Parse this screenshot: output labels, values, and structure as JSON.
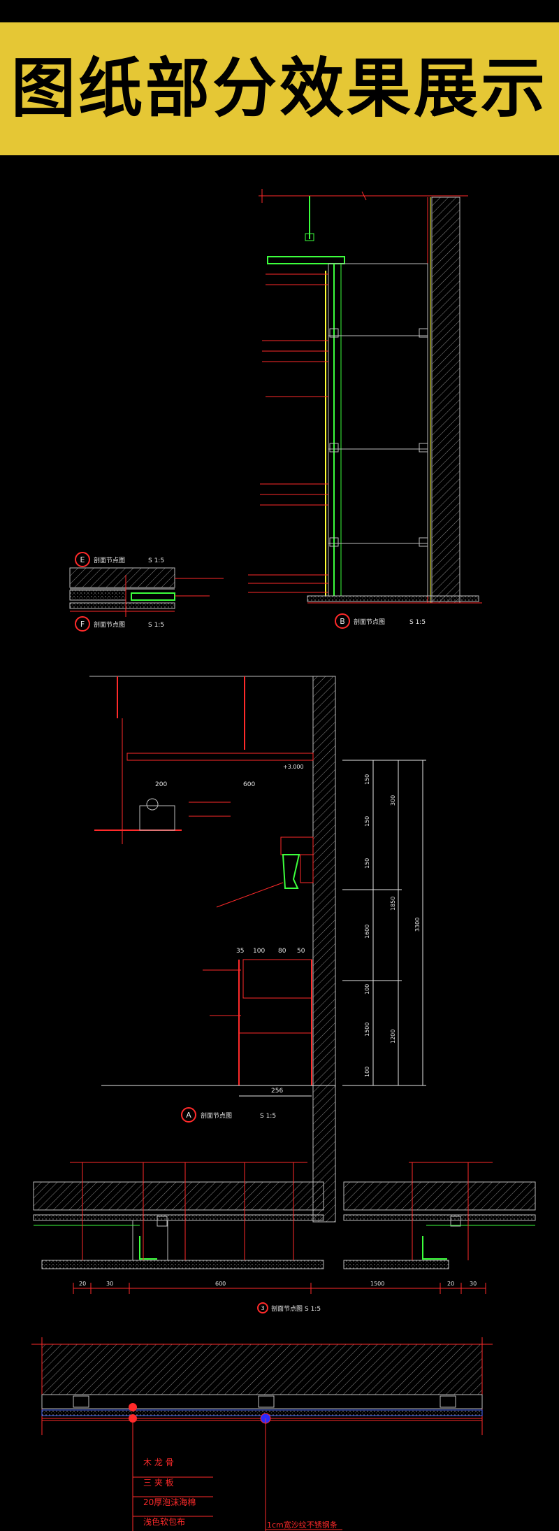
{
  "banner": {
    "title": "图纸部分效果展示"
  },
  "colors": {
    "banner_bg": "#e5c735",
    "line_red": "#ff2a2a",
    "line_green": "#3cff3c",
    "line_yellow": "#ffff33",
    "line_white": "#e6e6e6",
    "line_grey": "#9a9a9a"
  },
  "section_e": {
    "marker": "E",
    "title": "剖面节点图",
    "scale": "S 1:5"
  },
  "section_f": {
    "marker": "F",
    "title": "剖面节点图",
    "scale": "S 1:5"
  },
  "section_b": {
    "marker": "B",
    "title": "剖面节点图",
    "scale": "S 1:5"
  },
  "section_a": {
    "marker": "A",
    "title": "剖面节点图",
    "scale": "S 1:5",
    "dims_top": [
      "200",
      "600"
    ],
    "dims_mid": [
      "35",
      "100",
      "80",
      "50"
    ],
    "dim_bottom": "256",
    "dims_right_inner": [
      "150",
      "300",
      "150",
      "150",
      "1600",
      "1850",
      "100",
      "1500",
      "100",
      "1200"
    ],
    "dim_right_total": "3300",
    "level": "+3.000"
  },
  "section_3": {
    "marker": "3",
    "title": "剖面节点图",
    "scale": "S 1:5",
    "dims": [
      "20",
      "30",
      "600",
      "1500",
      "20",
      "30"
    ]
  },
  "legend": {
    "items": [
      "木 龙 骨",
      "三 夹 板",
      "20厚泡沫海棉",
      "浅色软包布"
    ],
    "bottom_label": "1cm宽沙纹不锈钢条"
  }
}
